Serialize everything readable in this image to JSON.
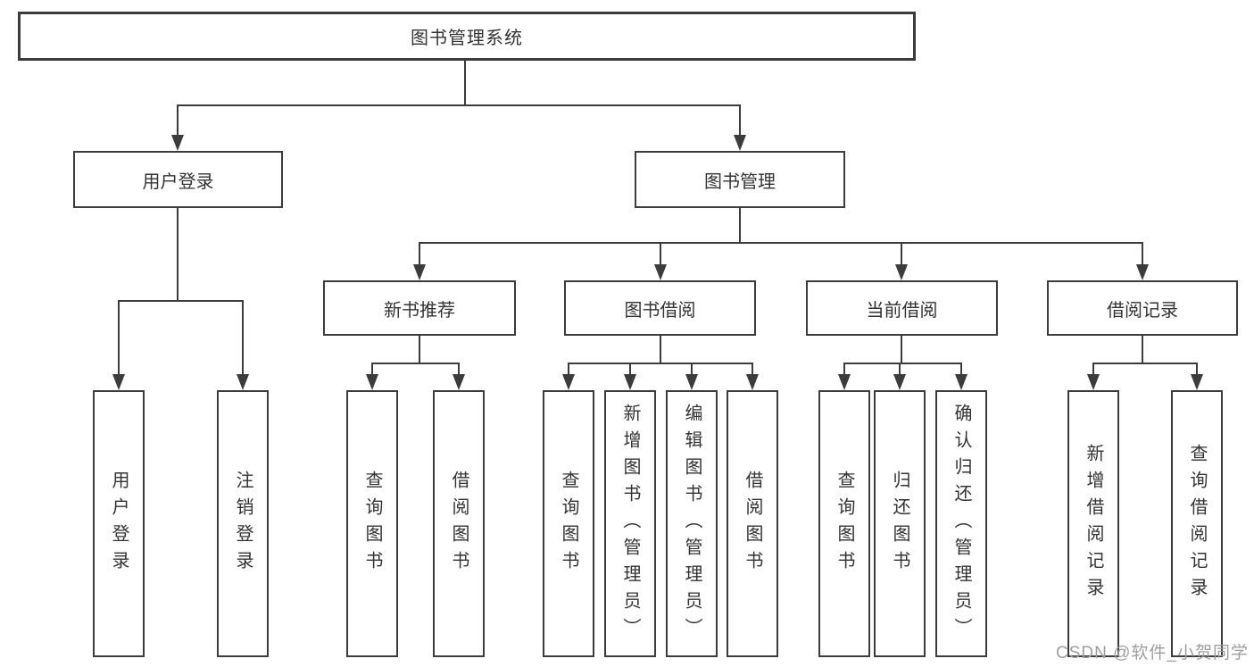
{
  "diagram": {
    "root": {
      "label": "图书管理系统"
    },
    "level2": [
      {
        "id": "user-login",
        "label": "用户登录"
      },
      {
        "id": "book-management",
        "label": "图书管理"
      }
    ],
    "level3": [
      {
        "id": "new-book-recommend",
        "label": "新书推荐"
      },
      {
        "id": "book-borrowing",
        "label": "图书借阅"
      },
      {
        "id": "current-borrowing",
        "label": "当前借阅"
      },
      {
        "id": "borrow-records",
        "label": "借阅记录"
      }
    ],
    "leaves": [
      {
        "id": "user-login-leaf",
        "label": "用户登录"
      },
      {
        "id": "logout",
        "label": "注销登录"
      },
      {
        "id": "query-books-recommend",
        "label": "查询图书"
      },
      {
        "id": "borrow-books-recommend",
        "label": "借阅图书"
      },
      {
        "id": "query-books-borrowing",
        "label": "查询图书"
      },
      {
        "id": "add-book-admin",
        "label": "新增图书（管理员）"
      },
      {
        "id": "edit-book-admin",
        "label": "编辑图书（管理员）"
      },
      {
        "id": "borrow-books-borrowing",
        "label": "借阅图书"
      },
      {
        "id": "query-books-current",
        "label": "查询图书"
      },
      {
        "id": "return-book",
        "label": "归还图书"
      },
      {
        "id": "confirm-return-admin",
        "label": "确认归还（管理员）"
      },
      {
        "id": "add-borrow-record",
        "label": "新增借阅记录"
      },
      {
        "id": "query-borrow-record",
        "label": "查询借阅记录"
      }
    ]
  },
  "watermark": {
    "text": "CSDN @软件_小贺同学",
    "color": "#9e9e9e"
  },
  "colors": {
    "line": "#3c3c3c",
    "text": "#333333",
    "background": "#ffffff"
  }
}
